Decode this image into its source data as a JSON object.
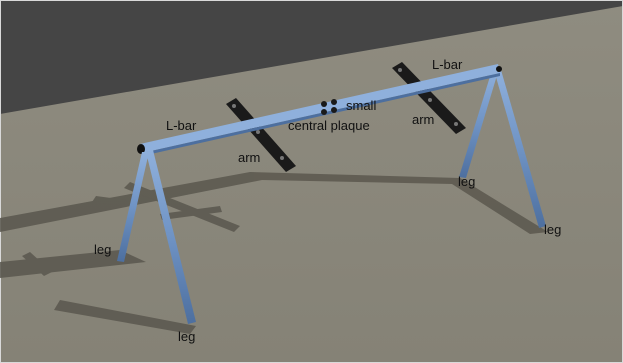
{
  "labels": {
    "l_bar_left": "L-bar",
    "l_bar_right": "L-bar",
    "arm_left": "arm",
    "arm_right": "arm",
    "plaque_line1": "small",
    "plaque_line2": "central plaque",
    "leg_left_back": "leg",
    "leg_left_front": "leg",
    "leg_right_back": "leg",
    "leg_right_front": "leg"
  },
  "colors": {
    "wall": "#454545",
    "floor": "#8a877b",
    "frame": "#6f93c4",
    "frame_dark": "#4d6f9f",
    "arm": "#1a1a1a",
    "shadow": "#4f4c44"
  }
}
